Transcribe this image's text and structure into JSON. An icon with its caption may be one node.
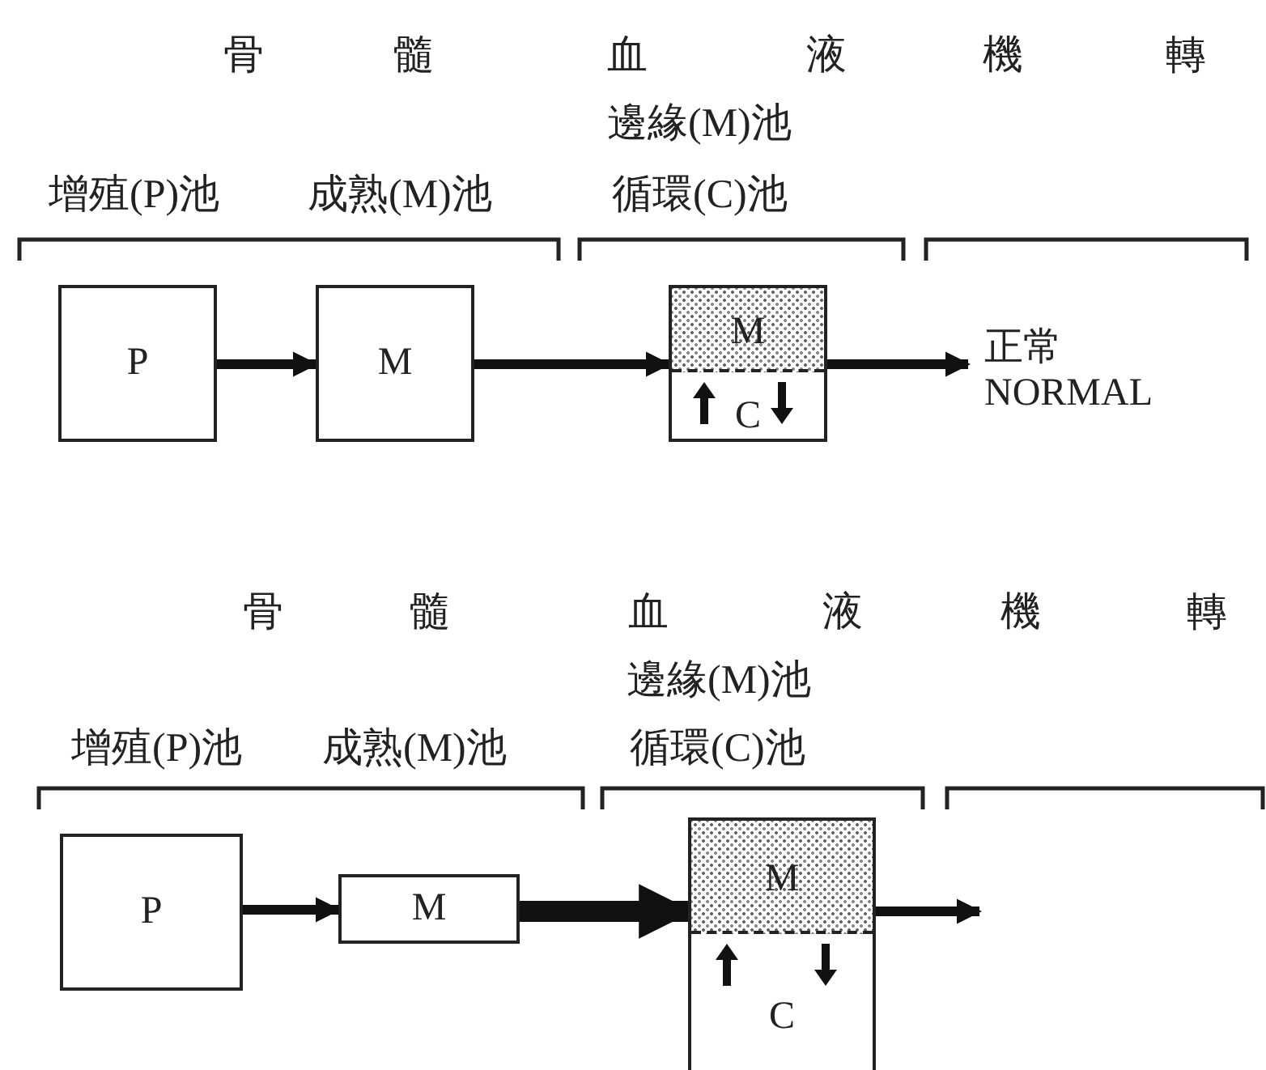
{
  "diagram": {
    "nodes": [
      {
        "text": [
          "P"
        ]
      },
      {
        "text": [
          "M"
        ]
      },
      {
        "text": [],
        "shape": "box"
      },
      {
        "text": [
          "M"
        ],
        "in": 2
      },
      {
        "text": [
          "C"
        ],
        "in": 2
      },
      {
        "text": [
          "正常",
          "NORMAL"
        ]
      },
      {
        "text": [
          "P"
        ]
      },
      {
        "text": [
          "M"
        ]
      },
      {
        "text": [],
        "shape": "box"
      },
      {
        "text": [
          "M"
        ],
        "in": 8
      },
      {
        "text": [
          "C"
        ],
        "in": 8
      }
    ],
    "edges": [
      {
        "from": 0,
        "to": 1,
        "arrow": "to"
      },
      {
        "from": 1,
        "to": 2,
        "arrow": "to"
      },
      {
        "from": 2,
        "to": 5,
        "arrow": "to"
      },
      {
        "from": 6,
        "to": 7,
        "arrow": "to"
      },
      {
        "from": 7,
        "to": 8,
        "arrow": "to",
        "style": "thick"
      },
      {
        "from": 8,
        "to": null,
        "arrow": "to"
      }
    ],
    "labels": [
      "骨",
      "髓",
      "血",
      "液",
      "機",
      "轉",
      "邊緣(M)池",
      "增殖(P)池",
      "成熟(M)池",
      "循環(C)池",
      "骨",
      "髓",
      "血",
      "液",
      "機",
      "轉",
      "邊緣(M)池",
      "增殖(P)池",
      "成熟(M)池",
      "循環(C)池"
    ]
  }
}
